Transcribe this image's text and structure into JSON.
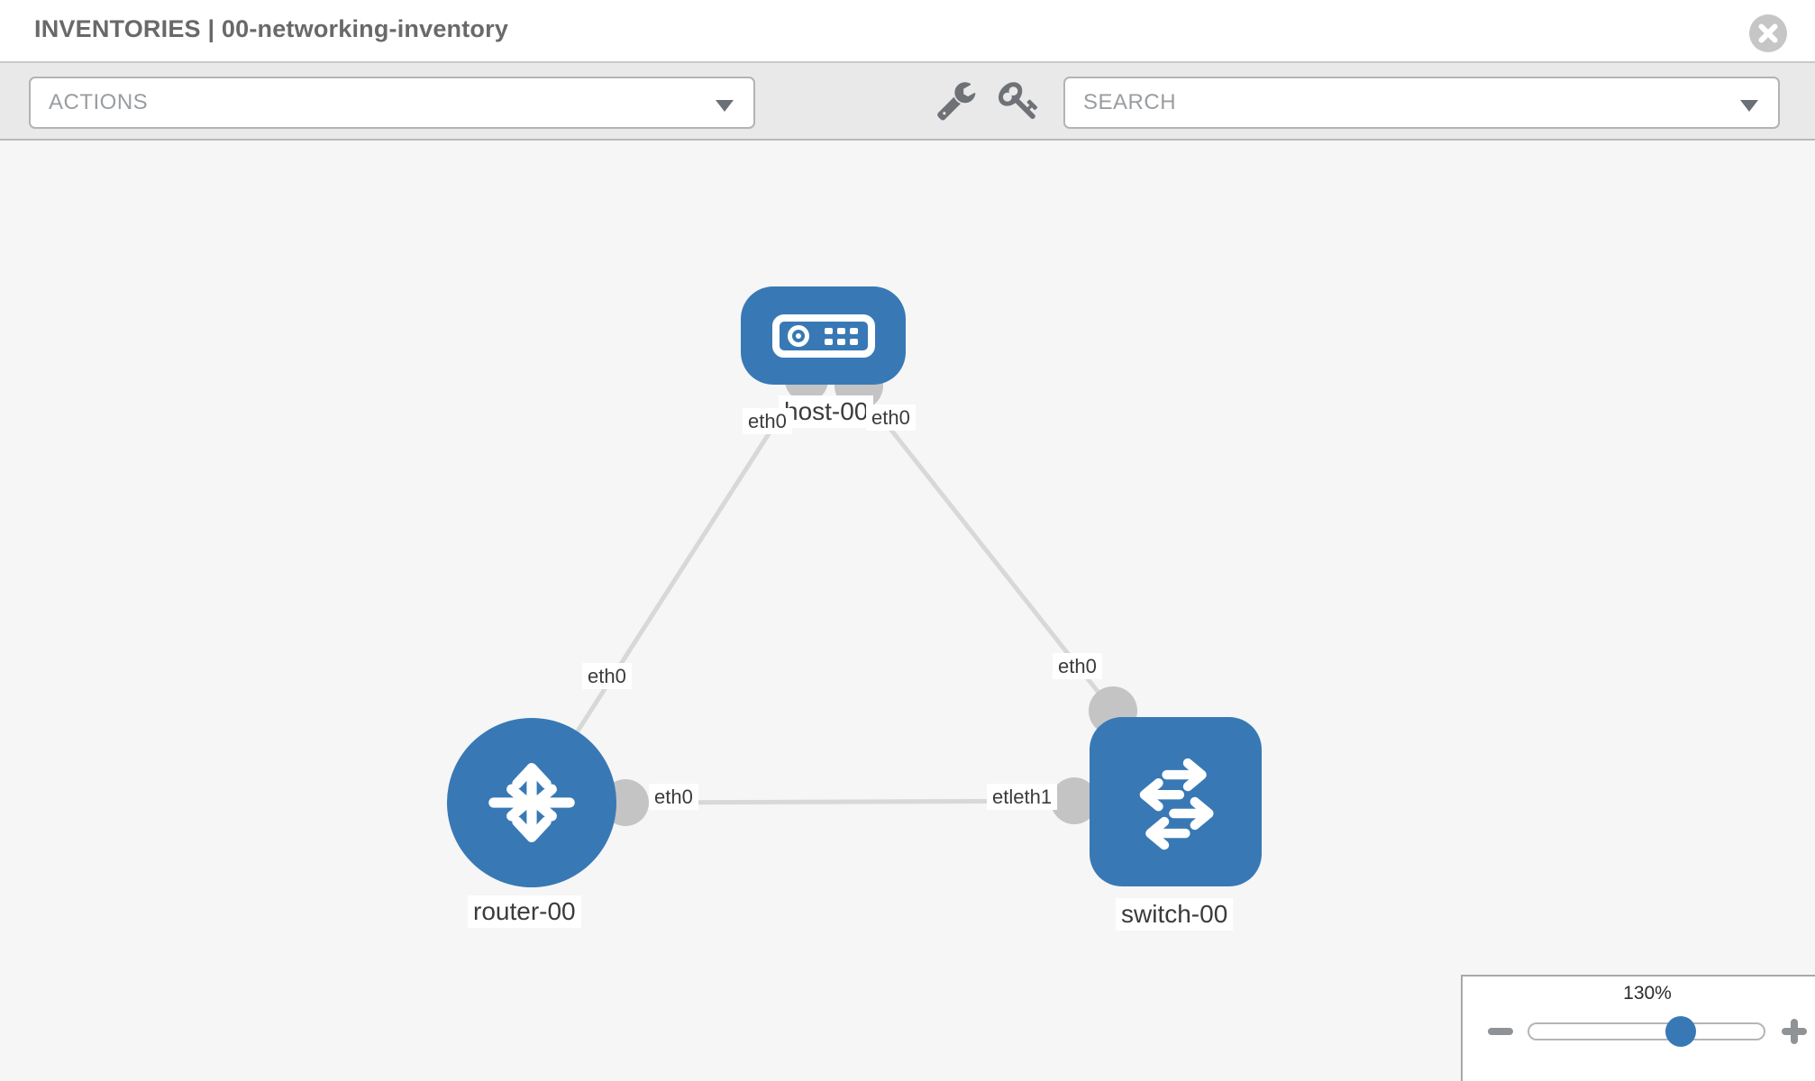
{
  "header": {
    "title": "INVENTORIES | 00-networking-inventory"
  },
  "toolbar": {
    "actions_label": "ACTIONS",
    "search_label": "SEARCH",
    "tool_icons": [
      "wrench-icon",
      "key-icon"
    ]
  },
  "nodes": {
    "host": {
      "label": "host-00",
      "type": "host",
      "shape": "rounded-rect",
      "icon": "server-icon"
    },
    "router": {
      "label": "router-00",
      "type": "router",
      "shape": "circle",
      "icon": "router-arrows-icon"
    },
    "switch": {
      "label": "switch-00",
      "type": "switch",
      "shape": "rounded-square",
      "icon": "switch-arrows-icon"
    }
  },
  "links": [
    {
      "from": "host-00",
      "to": "router-00",
      "from_interface": "eth0",
      "to_interface": "eth0"
    },
    {
      "from": "host-00",
      "to": "switch-00",
      "from_interface": "eth0",
      "to_interface": "eth0"
    },
    {
      "from": "router-00",
      "to": "switch-00",
      "from_interface": "eth0",
      "to_interface": "eth1",
      "visible_overlapped_label": "etleth1"
    }
  ],
  "iface_labels": {
    "l1_host": "eth0",
    "l1_router": "eth0",
    "l2_host": "eth0",
    "l2_switch": "eth0",
    "l3_router": "eth0",
    "l3_switch": "etleth1"
  },
  "zoom": {
    "level": "130%",
    "percent": 130
  },
  "colors": {
    "node_blue": "#3879b5",
    "link_gray": "#d8d8d8",
    "anchor_gray": "#c4c4c4",
    "toolbar_bg": "#e9e9e9",
    "canvas_bg": "#f6f6f6",
    "icon_gray": "#6e7277"
  }
}
